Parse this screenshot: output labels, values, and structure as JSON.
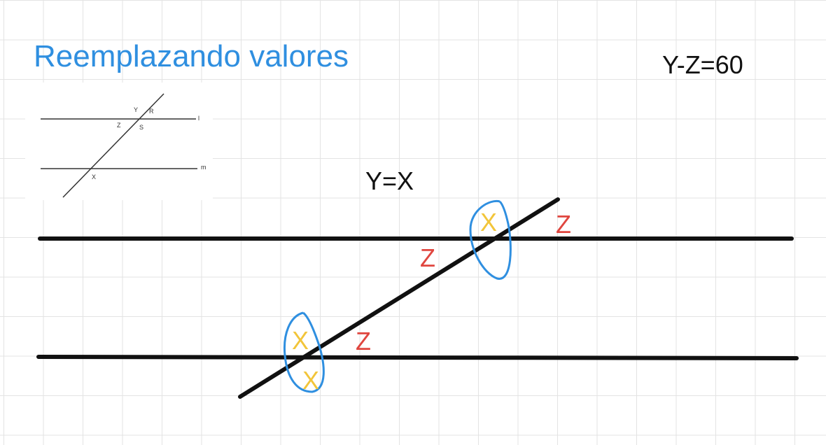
{
  "title": "Reemplazando valores",
  "equations": {
    "top_right": "Y-Z=60",
    "middle": "Y=X"
  },
  "reference_figure": {
    "labels": {
      "Y": "Y",
      "R": "R",
      "Z": "Z",
      "S": "S",
      "X": "X",
      "l": "l",
      "m": "m"
    }
  },
  "annotations": {
    "top_x": "X",
    "top_z_right": "Z",
    "top_z_below": "Z",
    "bottom_x_upper": "X",
    "bottom_x_lower": "X",
    "bottom_z": "Z"
  },
  "colors": {
    "title": "#2f8fe0",
    "ink": "#111111",
    "x_letters": "#f2c53a",
    "z_letters": "#e0463f",
    "circle_marks": "#2f8fe0"
  }
}
